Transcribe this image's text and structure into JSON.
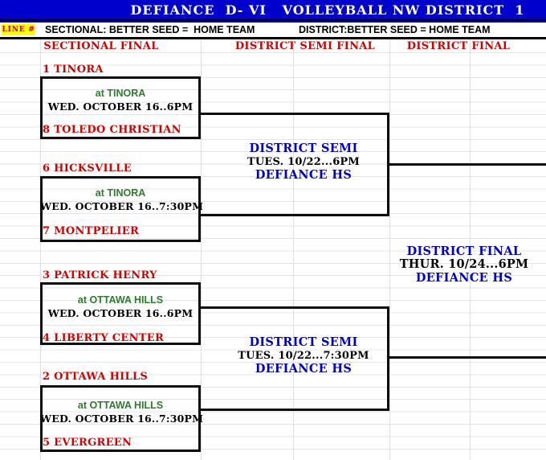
{
  "colors": {
    "banner_blue": "#0000cc",
    "text_blue": "#0000cc",
    "text_red": "#d40000",
    "text_green": "#2e7d2e",
    "badge_yellow": "#ffff00"
  },
  "banner": {
    "title": "DEFIANCE  D- VI   VOLLEYBALL NW DISTRICT  1"
  },
  "info_bar": {
    "line_label": "LINE #",
    "sectional_note": "SECTIONAL: BETTER SEED =  HOME TEAM",
    "district_note": "DISTRICT:BETTER SEED = HOME TEAM"
  },
  "columns": {
    "sectional": "SECTIONAL FINAL",
    "semi": "DISTRICT SEMI FINAL",
    "final": "DISTRICT FINAL"
  },
  "matches": [
    {
      "top_seed": "1 TINORA",
      "venue": "at TINORA",
      "datetime": "WED. OCTOBER 16..6PM",
      "bottom_seed": "8 TOLEDO CHRISTIAN"
    },
    {
      "top_seed": "6 HICKSVILLE",
      "venue": "at TINORA",
      "datetime": "WED. OCTOBER 16..7:30PM",
      "bottom_seed": "7 MONTPELIER"
    },
    {
      "top_seed": "3 PATRICK HENRY",
      "venue": "at OTTAWA HILLS",
      "datetime": "WED. OCTOBER 16..6PM",
      "bottom_seed": "4 LIBERTY CENTER"
    },
    {
      "top_seed": "2 OTTAWA HILLS",
      "venue": "at OTTAWA HILLS",
      "datetime": "WED. OCTOBER 16..7:30PM",
      "bottom_seed": "5 EVERGREEN"
    }
  ],
  "semis": [
    {
      "title": "DISTRICT SEMI",
      "datetime": "TUES. 10/22...6PM",
      "venue": "DEFIANCE HS"
    },
    {
      "title": "DISTRICT SEMI",
      "datetime": "TUES. 10/22...7:30PM",
      "venue": "DEFIANCE HS"
    }
  ],
  "final": {
    "title": "DISTRICT FINAL",
    "datetime": "THUR. 10/24...6PM",
    "venue": "DEFIANCE HS"
  }
}
